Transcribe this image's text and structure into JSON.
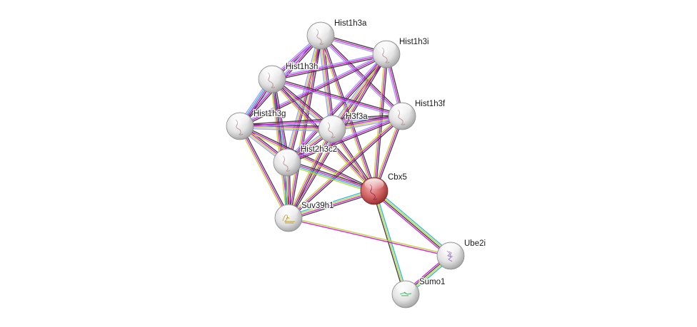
{
  "title": "Protein interaction network",
  "edge_colors": {
    "black": "#3a3a3a",
    "magenta": "#d417d4",
    "lime": "#b8d42a",
    "cyan": "#22b4dc",
    "lavender": "#9a9aff"
  },
  "node_colors": {
    "default": "#dcdcdc",
    "query": "#d26060"
  },
  "nodes": [
    {
      "id": "Hist1h3a",
      "label": "Hist1h3a",
      "query": false,
      "glyph": "coil"
    },
    {
      "id": "Hist1h3i",
      "label": "Hist1h3i",
      "query": false,
      "glyph": "coil"
    },
    {
      "id": "Hist1h3h",
      "label": "Hist1h3h",
      "query": false,
      "glyph": "coil"
    },
    {
      "id": "Hist1h3g",
      "label": "Hist1h3g",
      "query": false,
      "glyph": "coil"
    },
    {
      "id": "H3f3a",
      "label": "H3f3a",
      "query": false,
      "glyph": "coil"
    },
    {
      "id": "Hist1h3f",
      "label": "Hist1h3f",
      "query": false,
      "glyph": "coil"
    },
    {
      "id": "Hist2h3c2",
      "label": "Hist2h3c2",
      "query": false,
      "glyph": "coil"
    },
    {
      "id": "Cbx5",
      "label": "Cbx5",
      "query": true,
      "glyph": "coil"
    },
    {
      "id": "Suv39h1",
      "label": "Suv39h1",
      "query": false,
      "glyph": "structure-gold"
    },
    {
      "id": "Ube2i",
      "label": "Ube2i",
      "query": false,
      "glyph": "structure-purple"
    },
    {
      "id": "Sumo1",
      "label": "Sumo1",
      "query": false,
      "glyph": "structure-green"
    }
  ],
  "edges": [
    {
      "a": "Hist1h3a",
      "b": "Hist1h3i",
      "types": [
        "black",
        "magenta",
        "lavender"
      ]
    },
    {
      "a": "Hist1h3a",
      "b": "Hist1h3h",
      "types": [
        "black",
        "magenta",
        "lavender"
      ]
    },
    {
      "a": "Hist1h3a",
      "b": "Hist1h3g",
      "types": [
        "black",
        "magenta",
        "lavender"
      ]
    },
    {
      "a": "Hist1h3a",
      "b": "H3f3a",
      "types": [
        "black",
        "magenta",
        "lime",
        "lavender"
      ]
    },
    {
      "a": "Hist1h3a",
      "b": "Hist1h3f",
      "types": [
        "black",
        "magenta",
        "lavender"
      ]
    },
    {
      "a": "Hist1h3a",
      "b": "Hist2h3c2",
      "types": [
        "black",
        "magenta",
        "lime",
        "lavender"
      ]
    },
    {
      "a": "Hist1h3a",
      "b": "Cbx5",
      "types": [
        "black",
        "magenta",
        "lime"
      ]
    },
    {
      "a": "Hist1h3a",
      "b": "Suv39h1",
      "types": [
        "black",
        "magenta",
        "lime"
      ]
    },
    {
      "a": "Hist1h3i",
      "b": "Hist1h3h",
      "types": [
        "black",
        "magenta",
        "lavender"
      ]
    },
    {
      "a": "Hist1h3i",
      "b": "Hist1h3g",
      "types": [
        "black",
        "magenta",
        "lavender"
      ]
    },
    {
      "a": "Hist1h3i",
      "b": "H3f3a",
      "types": [
        "black",
        "magenta",
        "lime",
        "lavender"
      ]
    },
    {
      "a": "Hist1h3i",
      "b": "Hist1h3f",
      "types": [
        "black",
        "magenta",
        "lavender"
      ]
    },
    {
      "a": "Hist1h3i",
      "b": "Hist2h3c2",
      "types": [
        "black",
        "magenta",
        "lavender"
      ]
    },
    {
      "a": "Hist1h3i",
      "b": "Cbx5",
      "types": [
        "black",
        "magenta",
        "lime"
      ]
    },
    {
      "a": "Hist1h3i",
      "b": "Suv39h1",
      "types": [
        "black",
        "magenta",
        "lime"
      ]
    },
    {
      "a": "Hist1h3h",
      "b": "Hist1h3g",
      "types": [
        "black",
        "magenta",
        "cyan",
        "lavender"
      ]
    },
    {
      "a": "Hist1h3h",
      "b": "H3f3a",
      "types": [
        "black",
        "magenta",
        "lime",
        "lavender"
      ]
    },
    {
      "a": "Hist1h3h",
      "b": "Hist1h3f",
      "types": [
        "black",
        "magenta",
        "lavender"
      ]
    },
    {
      "a": "Hist1h3h",
      "b": "Hist2h3c2",
      "types": [
        "black",
        "magenta",
        "cyan",
        "lime"
      ]
    },
    {
      "a": "Hist1h3h",
      "b": "Cbx5",
      "types": [
        "black",
        "magenta",
        "lime"
      ]
    },
    {
      "a": "Hist1h3h",
      "b": "Suv39h1",
      "types": [
        "black",
        "magenta",
        "lime"
      ]
    },
    {
      "a": "Hist1h3g",
      "b": "H3f3a",
      "types": [
        "black",
        "magenta",
        "lime",
        "lavender"
      ]
    },
    {
      "a": "Hist1h3g",
      "b": "Hist1h3f",
      "types": [
        "black",
        "magenta",
        "lavender"
      ]
    },
    {
      "a": "Hist1h3g",
      "b": "Hist2h3c2",
      "types": [
        "black",
        "magenta",
        "lime",
        "lavender"
      ]
    },
    {
      "a": "Hist1h3g",
      "b": "Cbx5",
      "types": [
        "black",
        "magenta",
        "lime"
      ]
    },
    {
      "a": "Hist1h3g",
      "b": "Suv39h1",
      "types": [
        "black",
        "magenta",
        "lime"
      ]
    },
    {
      "a": "H3f3a",
      "b": "Hist1h3f",
      "types": [
        "black",
        "magenta",
        "lime",
        "lavender"
      ]
    },
    {
      "a": "H3f3a",
      "b": "Hist2h3c2",
      "types": [
        "black",
        "magenta",
        "lime",
        "lavender"
      ]
    },
    {
      "a": "H3f3a",
      "b": "Cbx5",
      "types": [
        "black",
        "magenta",
        "lime"
      ]
    },
    {
      "a": "H3f3a",
      "b": "Suv39h1",
      "types": [
        "black",
        "magenta",
        "lime"
      ]
    },
    {
      "a": "Hist1h3f",
      "b": "Hist2h3c2",
      "types": [
        "black",
        "magenta",
        "lavender"
      ]
    },
    {
      "a": "Hist1h3f",
      "b": "Cbx5",
      "types": [
        "black",
        "magenta",
        "lime"
      ]
    },
    {
      "a": "Hist1h3f",
      "b": "Suv39h1",
      "types": [
        "black",
        "magenta",
        "lime"
      ]
    },
    {
      "a": "Hist2h3c2",
      "b": "Cbx5",
      "types": [
        "black",
        "magenta",
        "cyan",
        "lime"
      ]
    },
    {
      "a": "Hist2h3c2",
      "b": "Suv39h1",
      "types": [
        "black",
        "magenta",
        "lime",
        "cyan"
      ]
    },
    {
      "a": "Cbx5",
      "b": "Suv39h1",
      "types": [
        "black",
        "magenta",
        "lime",
        "cyan"
      ]
    },
    {
      "a": "Cbx5",
      "b": "Ube2i",
      "types": [
        "cyan",
        "lime",
        "black",
        "magenta"
      ]
    },
    {
      "a": "Cbx5",
      "b": "Sumo1",
      "types": [
        "cyan",
        "lime",
        "black"
      ]
    },
    {
      "a": "Suv39h1",
      "b": "Ube2i",
      "types": [
        "lime",
        "magenta"
      ]
    },
    {
      "a": "Ube2i",
      "b": "Sumo1",
      "types": [
        "cyan",
        "lime",
        "black",
        "magenta"
      ]
    }
  ]
}
